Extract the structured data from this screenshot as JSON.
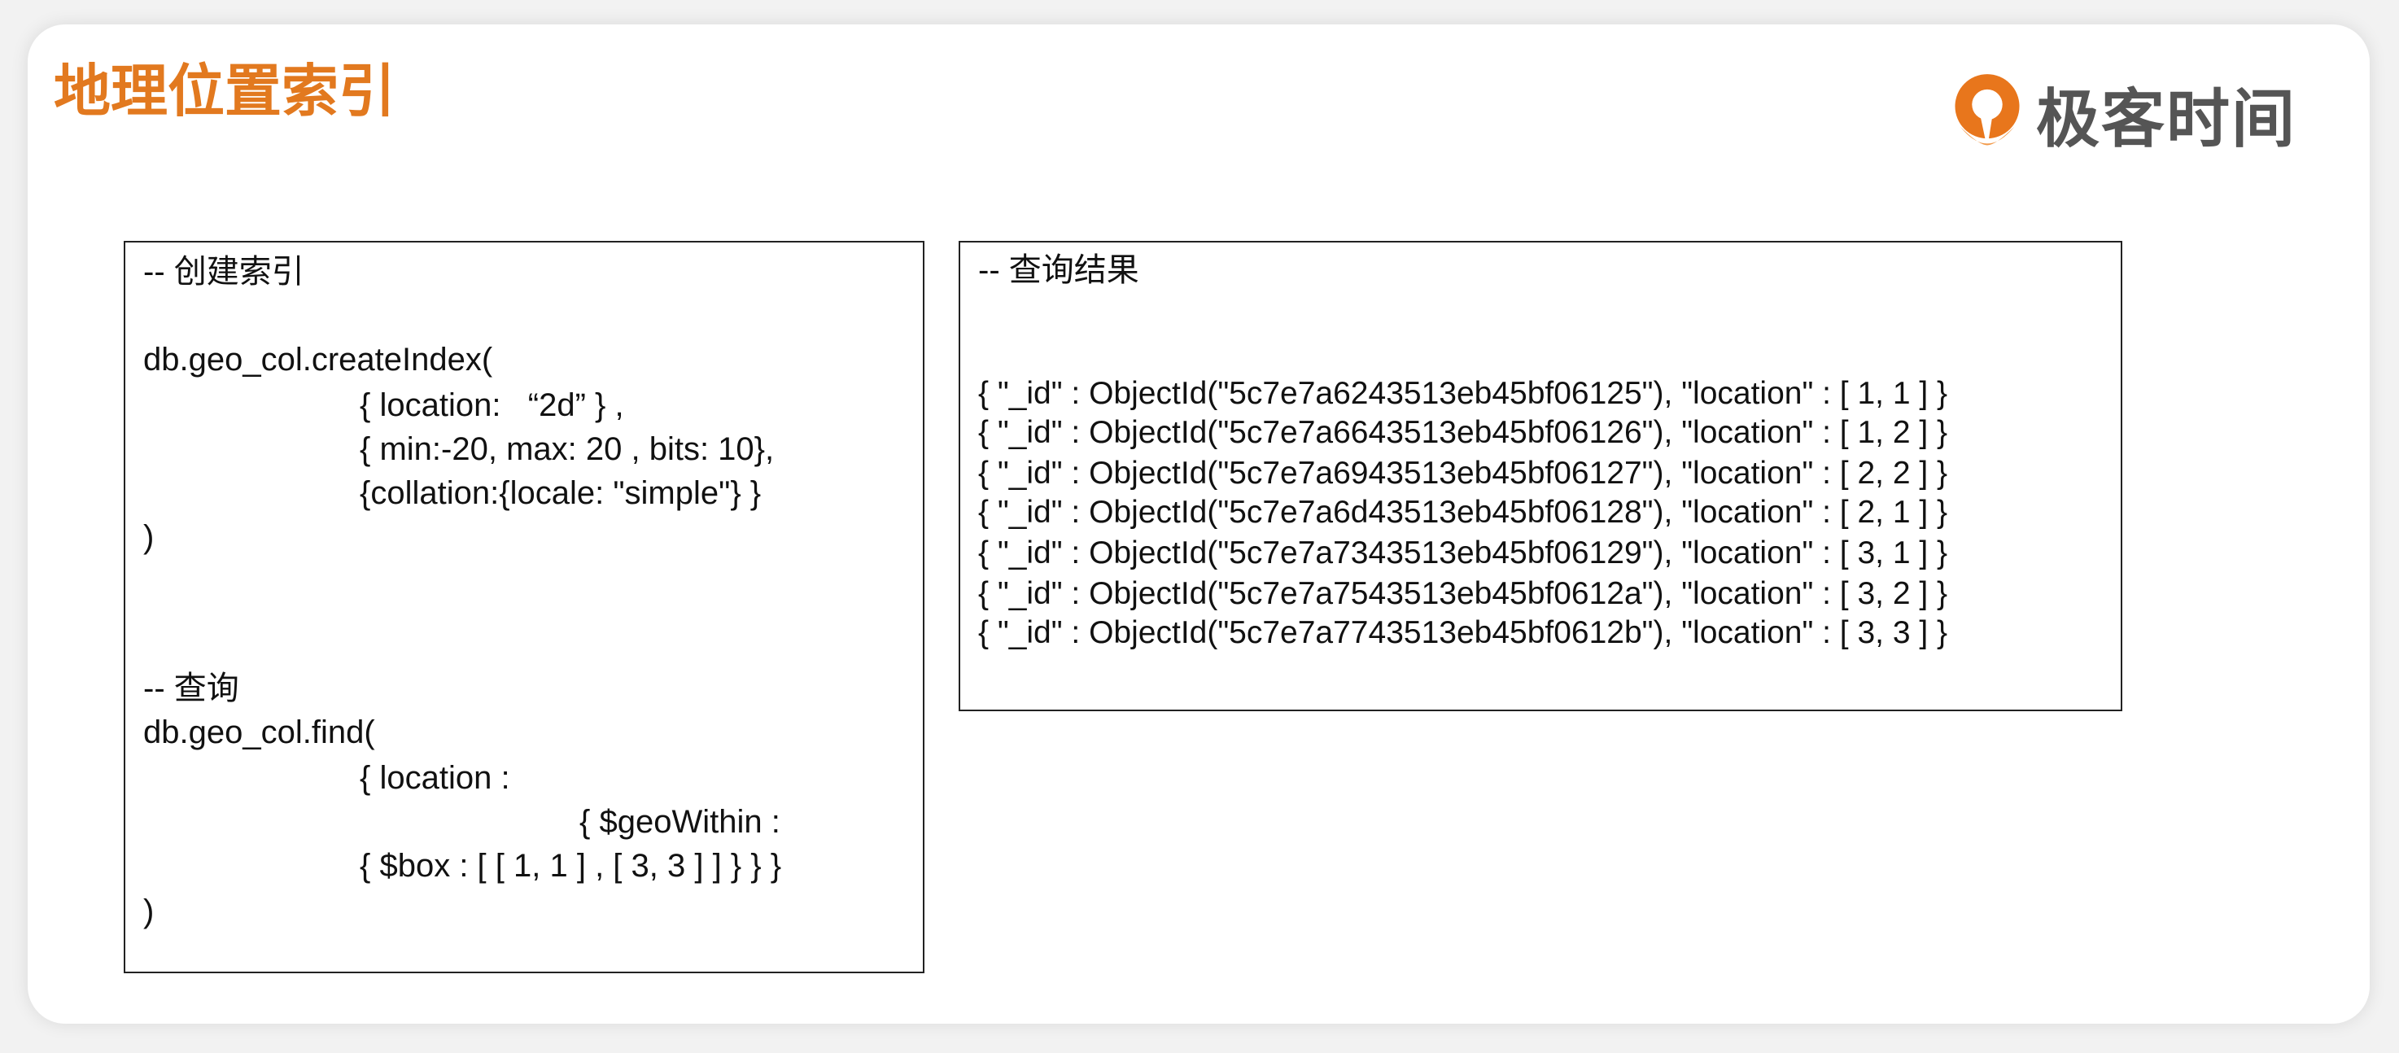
{
  "title": "地理位置索引",
  "brand": {
    "name": "极客时间",
    "icon": "geektime-logo-icon",
    "icon_color": "#e8761c"
  },
  "colors": {
    "title": "#e2791f",
    "border": "#222222",
    "text": "#111111"
  },
  "create_index_box": {
    "comment": "-- 创建索引",
    "call": "db.geo_col.createIndex(",
    "args": [
      "{ location:   “2d” } ,",
      "{ min:-20, max: 20 , bits: 10},",
      "{collation:{locale: \"simple\"} }"
    ],
    "close": ")"
  },
  "query_box": {
    "comment": "-- 查询",
    "call": "db.geo_col.find(",
    "args": [
      "{ location :",
      "{ $geoWithin :",
      "{ $box : [ [ 1, 1 ] , [ 3, 3 ] ] } } }"
    ],
    "close": ")"
  },
  "results_box": {
    "comment": "-- 查询结果",
    "rows": [
      "{ \"_id\" : ObjectId(\"5c7e7a6243513eb45bf06125\"), \"location\" : [ 1, 1 ] }",
      "{ \"_id\" : ObjectId(\"5c7e7a6643513eb45bf06126\"), \"location\" : [ 1, 2 ] }",
      "{ \"_id\" : ObjectId(\"5c7e7a6943513eb45bf06127\"), \"location\" : [ 2, 2 ] }",
      "{ \"_id\" : ObjectId(\"5c7e7a6d43513eb45bf06128\"), \"location\" : [ 2, 1 ] }",
      "{ \"_id\" : ObjectId(\"5c7e7a7343513eb45bf06129\"), \"location\" : [ 3, 1 ] }",
      "{ \"_id\" : ObjectId(\"5c7e7a7543513eb45bf0612a\"), \"location\" : [ 3, 2 ] }",
      "{ \"_id\" : ObjectId(\"5c7e7a7743513eb45bf0612b\"), \"location\" : [ 3, 3 ] }"
    ]
  }
}
